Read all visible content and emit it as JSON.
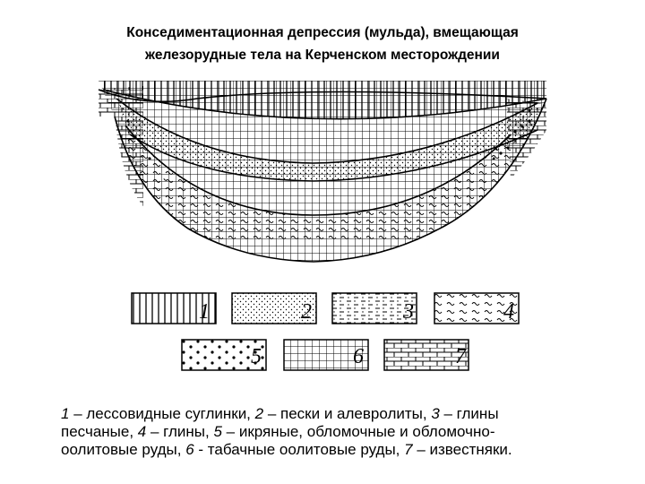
{
  "title": {
    "line1": "Конседиментационная депрессия (мульда), вмещающая",
    "line2": "железорудные тела на Керченском месторождении"
  },
  "legend": [
    {
      "num": "1",
      "pattern": "vertical-lines"
    },
    {
      "num": "2",
      "pattern": "fine-dots"
    },
    {
      "num": "3",
      "pattern": "dashes-dots"
    },
    {
      "num": "4",
      "pattern": "wavy-lines"
    },
    {
      "num": "5",
      "pattern": "coarse-dots"
    },
    {
      "num": "6",
      "pattern": "grid"
    },
    {
      "num": "7",
      "pattern": "brick"
    }
  ],
  "caption": {
    "line1": [
      {
        "t": "1",
        "i": true
      },
      {
        "t": " – лессовидные суглинки, ",
        "i": false
      },
      {
        "t": "2",
        "i": true
      },
      {
        "t": " – пески и алевролиты, ",
        "i": false
      },
      {
        "t": "3",
        "i": true
      },
      {
        "t": " – глины",
        "i": false
      }
    ],
    "line2": [
      {
        "t": "песчаные, ",
        "i": false
      },
      {
        "t": "4",
        "i": true
      },
      {
        "t": " – глины, ",
        "i": false
      },
      {
        "t": "5",
        "i": true
      },
      {
        "t": " – икряные, обломочные и обломочно-",
        "i": false
      }
    ],
    "line3": [
      {
        "t": "оолитовые руды, ",
        "i": false
      },
      {
        "t": "6",
        "i": true
      },
      {
        "t": " - табачные оолитовые руды, ",
        "i": false
      },
      {
        "t": "7",
        "i": true
      },
      {
        "t": " – известняки.",
        "i": false
      }
    ]
  }
}
